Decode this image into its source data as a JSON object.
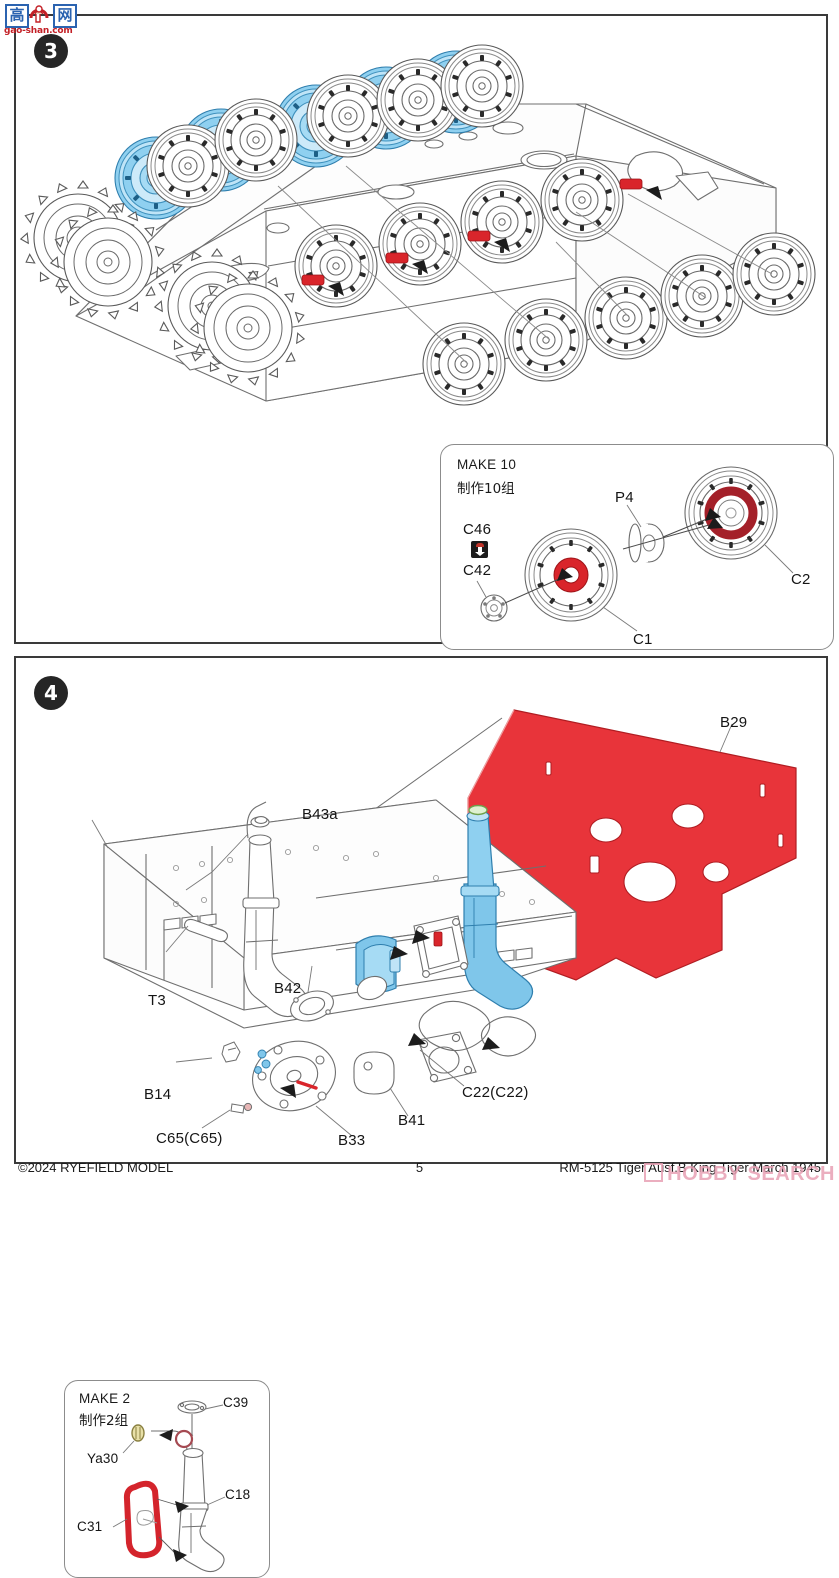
{
  "document": {
    "kind": "model-kit-instruction-sheet",
    "page_number": "5"
  },
  "watermarks": {
    "gaoshan": {
      "char_left": "高",
      "char_right": "网",
      "url": "gao-shan.com",
      "icon": "pointing-hand-icon",
      "blue": "#2b63b0",
      "red": "#c32026"
    },
    "hobby_search": {
      "text": "HOBBY SEARCH",
      "color": "#e8a0b4"
    }
  },
  "colors": {
    "highlight_red": "#e8343a",
    "highlight_blue": "#5fb4e5",
    "accent_pin_red": "#d9252b",
    "line": "#6f6f6f",
    "panel_border": "#3a3a3a",
    "badge": "#262626"
  },
  "steps": [
    {
      "number": "3",
      "subassembly": {
        "make_en": "MAKE 10",
        "make_cn": "制作10组",
        "insert_icon": "insert-arrow-icon",
        "parts": [
          {
            "id": "c46",
            "label": "C46"
          },
          {
            "id": "c42",
            "label": "C42"
          },
          {
            "id": "c1",
            "label": "C1"
          },
          {
            "id": "c2",
            "label": "C2"
          },
          {
            "id": "p4",
            "label": "P4"
          }
        ]
      }
    },
    {
      "number": "4",
      "subassembly": {
        "make_en": "MAKE 2",
        "make_cn": "制作2组",
        "parts": [
          {
            "id": "c39",
            "label": "C39"
          },
          {
            "id": "ya30",
            "label": "Ya30"
          },
          {
            "id": "c18",
            "label": "C18"
          },
          {
            "id": "c31",
            "label": "C31"
          }
        ]
      },
      "parts": [
        {
          "id": "b29",
          "label": "B29"
        },
        {
          "id": "b43a",
          "label": "B43a"
        },
        {
          "id": "t3",
          "label": "T3"
        },
        {
          "id": "b42",
          "label": "B42"
        },
        {
          "id": "b14",
          "label": "B14"
        },
        {
          "id": "c65",
          "label": "C65(C65)"
        },
        {
          "id": "b33",
          "label": "B33"
        },
        {
          "id": "b41",
          "label": "B41"
        },
        {
          "id": "c22",
          "label": "C22(C22)"
        }
      ]
    }
  ],
  "footer": {
    "copyright": "©2024 RYEFIELD MODEL",
    "page": "5",
    "kit": "RM-5125 Tiger Ausf.B  King Tiger  March 1945"
  }
}
